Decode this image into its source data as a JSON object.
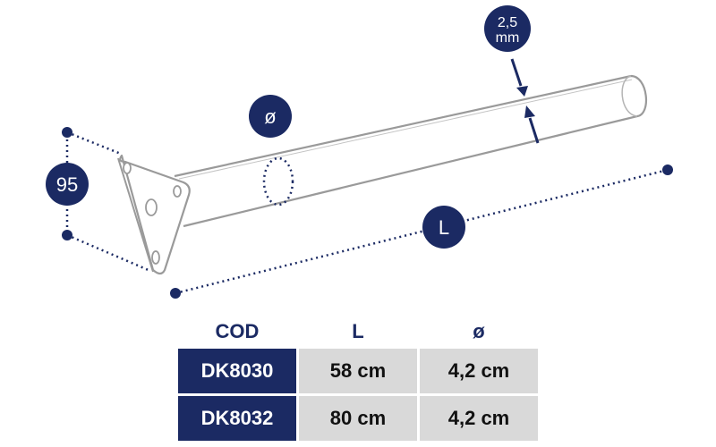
{
  "diagram": {
    "dimension_labels": {
      "height": "95",
      "length": "L",
      "diameter": "ø",
      "thickness_value": "2,5",
      "thickness_unit": "mm"
    },
    "colors": {
      "badge": "#1b2a63",
      "outline": "#9a9a9a",
      "dotted": "#1b2a63"
    }
  },
  "table": {
    "headers": [
      "COD",
      "L",
      "ø"
    ],
    "rows": [
      [
        "DK8030",
        "58 cm",
        "4,2 cm"
      ],
      [
        "DK8032",
        "80 cm",
        "4,2 cm"
      ]
    ]
  }
}
